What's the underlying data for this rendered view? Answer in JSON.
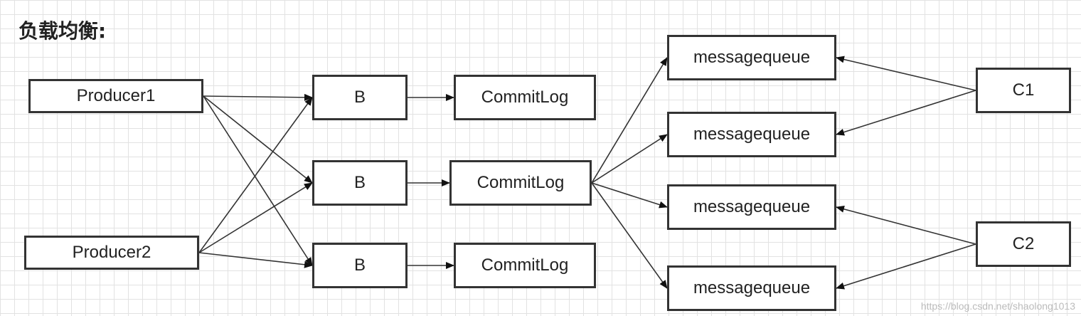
{
  "title": "负载均衡:",
  "watermark": "https://blog.csdn.net/shaolong1013",
  "colors": {
    "background": "#ffffff",
    "grid": "#e2e2e2",
    "stroke": "#333333",
    "text": "#222222"
  },
  "nodes": {
    "producer1": "Producer1",
    "producer2": "Producer2",
    "broker1": "B",
    "broker2": "B",
    "broker3": "B",
    "commitlog1": "CommitLog",
    "commitlog2": "CommitLog",
    "commitlog3": "CommitLog",
    "queue1": "messagequeue",
    "queue2": "messagequeue",
    "queue3": "messagequeue",
    "queue4": "messagequeue",
    "consumer1": "C1",
    "consumer2": "C2"
  },
  "edges": [
    {
      "from": "producer1",
      "to": "broker1"
    },
    {
      "from": "producer1",
      "to": "broker2"
    },
    {
      "from": "producer1",
      "to": "broker3"
    },
    {
      "from": "producer2",
      "to": "broker1"
    },
    {
      "from": "producer2",
      "to": "broker2"
    },
    {
      "from": "producer2",
      "to": "broker3"
    },
    {
      "from": "broker1",
      "to": "commitlog1"
    },
    {
      "from": "broker2",
      "to": "commitlog2"
    },
    {
      "from": "broker3",
      "to": "commitlog3"
    },
    {
      "from": "commitlog2",
      "to": "queue1"
    },
    {
      "from": "commitlog2",
      "to": "queue2"
    },
    {
      "from": "commitlog2",
      "to": "queue3"
    },
    {
      "from": "commitlog2",
      "to": "queue4"
    },
    {
      "from": "consumer1",
      "to": "queue1"
    },
    {
      "from": "consumer1",
      "to": "queue2"
    },
    {
      "from": "consumer2",
      "to": "queue3"
    },
    {
      "from": "consumer2",
      "to": "queue4"
    }
  ]
}
